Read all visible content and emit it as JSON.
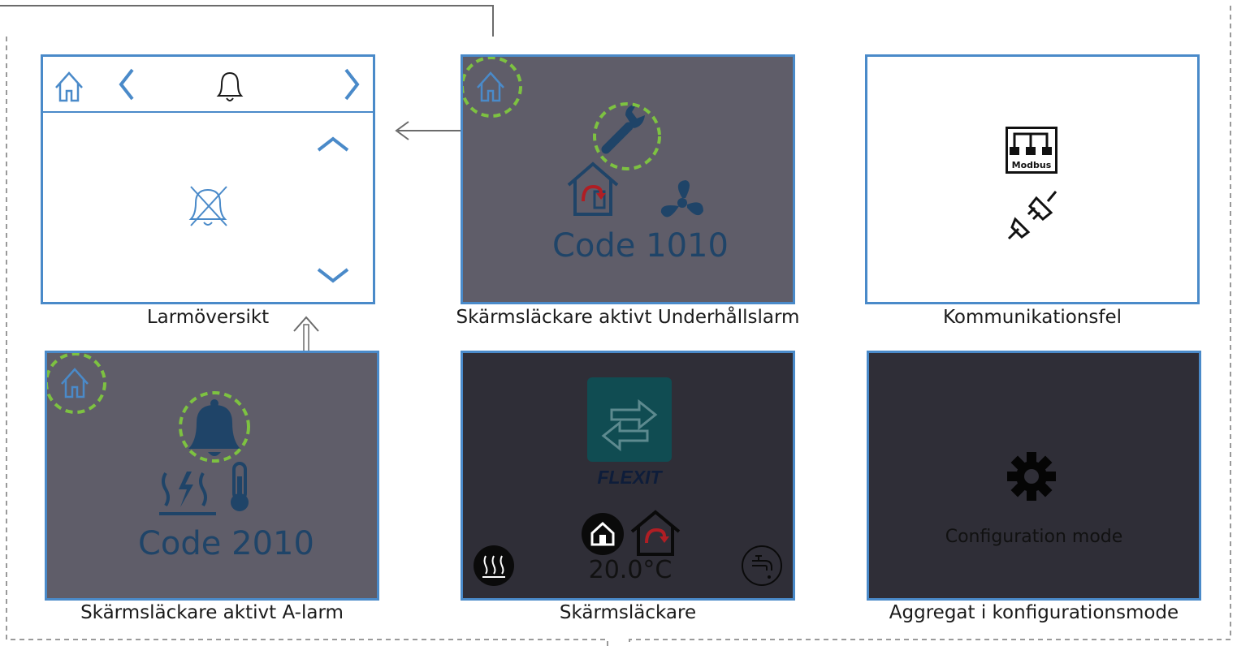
{
  "panels": {
    "alarm_overview": {
      "caption": "Larmöversikt",
      "icons": [
        "home-icon",
        "chevron-left-icon",
        "bell-icon",
        "chevron-right-icon",
        "chevron-up-icon",
        "bell-muted-icon",
        "chevron-down-icon"
      ]
    },
    "service_alarm": {
      "caption": "Skärmsläckare aktivt Underhållslarm",
      "code": "Code 1010",
      "icons": [
        "home-icon",
        "wrench-icon",
        "house-return-icon",
        "fan-icon"
      ]
    },
    "comm_error": {
      "caption": "Kommunikationsfel",
      "modbus_label": "Modbus",
      "icons": [
        "modbus-icon",
        "disconnected-plug-icon"
      ]
    },
    "a_alarm": {
      "caption": "Skärmsläckare aktivt A-larm",
      "code": "Code 2010",
      "icons": [
        "home-icon",
        "bell-icon",
        "heater-icon",
        "thermometer-icon"
      ]
    },
    "screensaver": {
      "caption": "Skärmsläckare",
      "brand": "FLEXIT",
      "temperature": "20.0°C",
      "icons": [
        "flexit-logo-icon",
        "home-mode-icon",
        "house-return-icon",
        "floor-heating-icon",
        "water-tap-icon"
      ]
    },
    "config_mode": {
      "caption": "Aggregat i konfigurationsmode",
      "message": "Configuration mode",
      "icons": [
        "gear-icon"
      ]
    }
  },
  "colors": {
    "screen_border": "#4a8ac9",
    "grey_screen": "#5f5d69",
    "dark_screen": "#2f2e37",
    "code_text": "#1f4468",
    "highlight_ring": "#7dc241",
    "frame_line": "#9a9a9a"
  }
}
